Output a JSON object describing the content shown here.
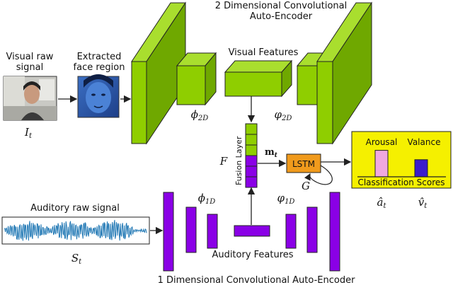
{
  "labels": {
    "ae2d_line1": "2 Dimensional Convolutional",
    "ae2d_line2": "Auto-Encoder",
    "visual_raw_1": "Visual raw",
    "visual_raw_2": "signal",
    "extracted_1": "Extracted",
    "extracted_2": "face region",
    "visual_features": "Visual Features",
    "fusion_layer": "Fusion Layer",
    "lstm": "LSTM",
    "arousal": "Arousal",
    "valance": "Valance",
    "classification_scores": "Classification Scores",
    "auditory_raw": "Auditory raw signal",
    "auditory_features": "Auditory Features",
    "ae1d": "1 Dimensional Convolutional Auto-Encoder"
  },
  "math": {
    "I_t": "I",
    "I_sub": "t",
    "phi2d": "ϕ",
    "phi2d_sub": "2D",
    "varphi2d": "φ",
    "varphi2d_sub": "2D",
    "F": "F",
    "m_t": "m",
    "m_sub": "t",
    "G": "G",
    "phi1d": "ϕ",
    "phi1d_sub": "1D",
    "varphi1d": "φ",
    "varphi1d_sub": "1D",
    "S_t": "S",
    "S_sub": "t",
    "a_hat": "â",
    "a_sub": "t",
    "v_hat": "v̂",
    "v_sub": "t"
  },
  "scores": {
    "arousal": 0.85,
    "valance": 0.55
  },
  "colors": {
    "green": "#8fce00",
    "purple": "#8a00e6",
    "orange": "#f09a1c",
    "yellow": "#f5f000",
    "arousal_bar": "#f0a8e0",
    "valance_bar": "#3a1ccc",
    "waveform": "#1f77b4",
    "face_tint": "#2f5fb0"
  }
}
